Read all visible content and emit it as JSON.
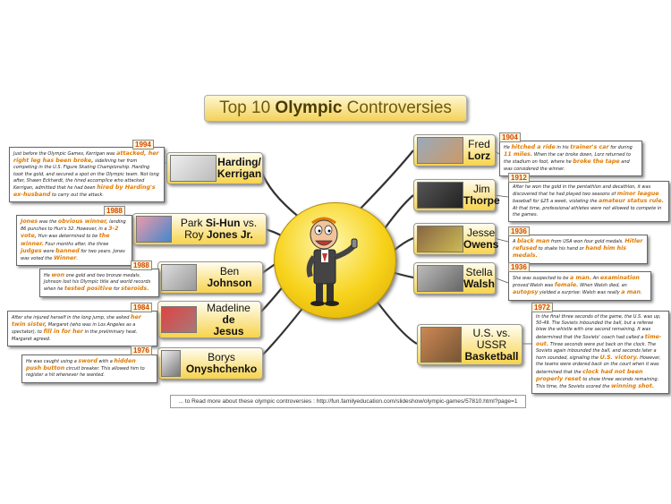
{
  "title": {
    "pre": "Top 10 ",
    "bold": "Olympic",
    "post": " Controversies"
  },
  "footer": "... to Read more about these olympic controversies : http://fun.familyeducation.com/slideshow/olympic-games/57810.html?page=1",
  "colors": {
    "node": "#f7d34c",
    "highlight": "#e07a00",
    "year": "#d24a00"
  },
  "left": [
    {
      "name": "harding",
      "l1": "Harding/",
      "l2": "Kerrigan",
      "year": "1994",
      "icon": "ice-skates-icon",
      "note": [
        [
          "Just before the Olympic Games, Kerrigan was ",
          0
        ],
        [
          "attacked, her right leg has been broke,",
          1
        ],
        [
          " sidelining her from competing in the U.S. Figure Skating Championship. Harding took the gold, and secured a spot on the Olympic team. Not long after, Shawn Eckhardt, the hired accomplice who attacked Kerrigan, admitted that he had been ",
          0
        ],
        [
          "hired by Harding's ex-husband",
          1
        ],
        [
          " to carry out the attack.",
          0
        ]
      ]
    },
    {
      "name": "park",
      "l1": "Park ",
      "l1b": "Si-Hun",
      "l1c": " vs.",
      "l2a": "Roy ",
      "l2": "Jones Jr.",
      "year": "1988",
      "icon": "boxing-icon",
      "note": [
        [
          "Jones",
          1
        ],
        [
          " was the ",
          0
        ],
        [
          "obvious winner,",
          1
        ],
        [
          " landing 86 punches to Hun's 32. However, in a ",
          0
        ],
        [
          "3-2 vote,",
          1
        ],
        [
          " Hun was determined to be ",
          0
        ],
        [
          "the winner.",
          1
        ],
        [
          " Four months after, the three ",
          0
        ],
        [
          "judges",
          1
        ],
        [
          " were ",
          0
        ],
        [
          "banned",
          1
        ],
        [
          " for two years. Jones was voted the ",
          0
        ],
        [
          "Winner",
          1
        ],
        [
          ".",
          0
        ]
      ]
    },
    {
      "name": "johnson",
      "l1": "Ben",
      "l2": "Johnson",
      "year": "1988",
      "icon": "running-shoe-icon",
      "note": [
        [
          "He ",
          0
        ],
        [
          "won",
          1
        ],
        [
          " one gold and two bronze medals. Johnson lost his Olympic title and world records when he ",
          0
        ],
        [
          "tested positive",
          1
        ],
        [
          " for ",
          0
        ],
        [
          "steroids.",
          1
        ]
      ]
    },
    {
      "name": "dejesus",
      "l1": "Madeline",
      "l2": "de",
      "l3": "Jesus",
      "year": "1984",
      "icon": "athlete-icon",
      "note": [
        [
          "After she injured herself in the long jump, she asked ",
          0
        ],
        [
          "her twin sister,",
          1
        ],
        [
          " Margaret (who was in Los Angeles as a spectator), to ",
          0
        ],
        [
          "fill in for her",
          1
        ],
        [
          " in the preliminary heat. Margaret agreed.",
          0
        ]
      ]
    },
    {
      "name": "onyshchenko",
      "l1": "Borys",
      "l2": "Onyshchenko",
      "year": "1976",
      "icon": "fencing-icon",
      "note": [
        [
          "He was caught using a ",
          0
        ],
        [
          "sword",
          1
        ],
        [
          " with a ",
          0
        ],
        [
          "hidden push button",
          1
        ],
        [
          " circuit breaker. This allowed him to register a hit whenever he wanted.",
          0
        ]
      ]
    }
  ],
  "right": [
    {
      "name": "lorz",
      "l1": "Fred",
      "l2": "Lorz",
      "year": "1904",
      "icon": "marathon-icon",
      "note": [
        [
          "He ",
          0
        ],
        [
          "hitched a ride",
          1
        ],
        [
          " in his ",
          0
        ],
        [
          "trainer's car",
          1
        ],
        [
          " for during ",
          0
        ],
        [
          "11 miles.",
          1
        ],
        [
          " When the car broke down, Lorz returned to the stadium on foot, where he ",
          0
        ],
        [
          "broke the tape",
          1
        ],
        [
          " and was considered the winner.",
          0
        ]
      ]
    },
    {
      "name": "thorpe",
      "l1": "Jim",
      "l2": "Thorpe",
      "year": "1912",
      "icon": "football-player-icon",
      "note": [
        [
          "After he won the gold in the pentathlon and decathlon, it was discovered that he had played two seasons of ",
          0
        ],
        [
          "minor league",
          1
        ],
        [
          " baseball for $25 a week, violating the ",
          0
        ],
        [
          "amateur status rule.",
          1
        ],
        [
          " At that time, professional athletes were not allowed to compete in the games.",
          0
        ]
      ]
    },
    {
      "name": "owens",
      "l1": "Jesse",
      "l2": "Owens",
      "year": "1936",
      "icon": "medals-icon",
      "note": [
        [
          "A ",
          0
        ],
        [
          "black man",
          1
        ],
        [
          " from USA won four gold medals. ",
          0
        ],
        [
          "Hitler refused",
          1
        ],
        [
          " to shake his hand or ",
          0
        ],
        [
          "hand him his medals.",
          1
        ]
      ]
    },
    {
      "name": "walsh",
      "l1": "Stella",
      "l2": "Walsh",
      "year": "1936",
      "icon": "sprinter-icon",
      "note": [
        [
          "She was suspected to be ",
          0
        ],
        [
          "a man.",
          1
        ],
        [
          " An ",
          0
        ],
        [
          "examination",
          1
        ],
        [
          " proved Walsh was ",
          0
        ],
        [
          "female.",
          1
        ],
        [
          " When Walsh died, an ",
          0
        ],
        [
          "autopsy",
          1
        ],
        [
          " yielded a surprise: Walsh was really ",
          0
        ],
        [
          "a man",
          1
        ],
        [
          ".",
          0
        ]
      ]
    },
    {
      "name": "basketball",
      "l1": "U.S.",
      "l1c": " vs.",
      "l2a": "USSR",
      "l2": "",
      "l3": "Basketball",
      "year": "1972",
      "icon": "basketball-hoop-icon",
      "note": [
        [
          "In the final three seconds of the game, the U.S. was up, 50-49. The Soviets inbounded the ball, but a referee blew the whistle with one second remaining. It was determined that the Soviets' coach had called a ",
          0
        ],
        [
          "time-out.",
          1
        ],
        [
          " Three seconds were put back on the clock. The Soviets again inbounded the ball, and seconds later a horn sounded, signaling the ",
          0
        ],
        [
          "U.S. victory.",
          1
        ],
        [
          " However, the teams were ordered back on the court when it was determined that the ",
          0
        ],
        [
          "clock had not been properly reset",
          1
        ],
        [
          " to show three seconds remaining. This time, the Soviets scored the ",
          0
        ],
        [
          "winning shot.",
          1
        ]
      ]
    }
  ]
}
